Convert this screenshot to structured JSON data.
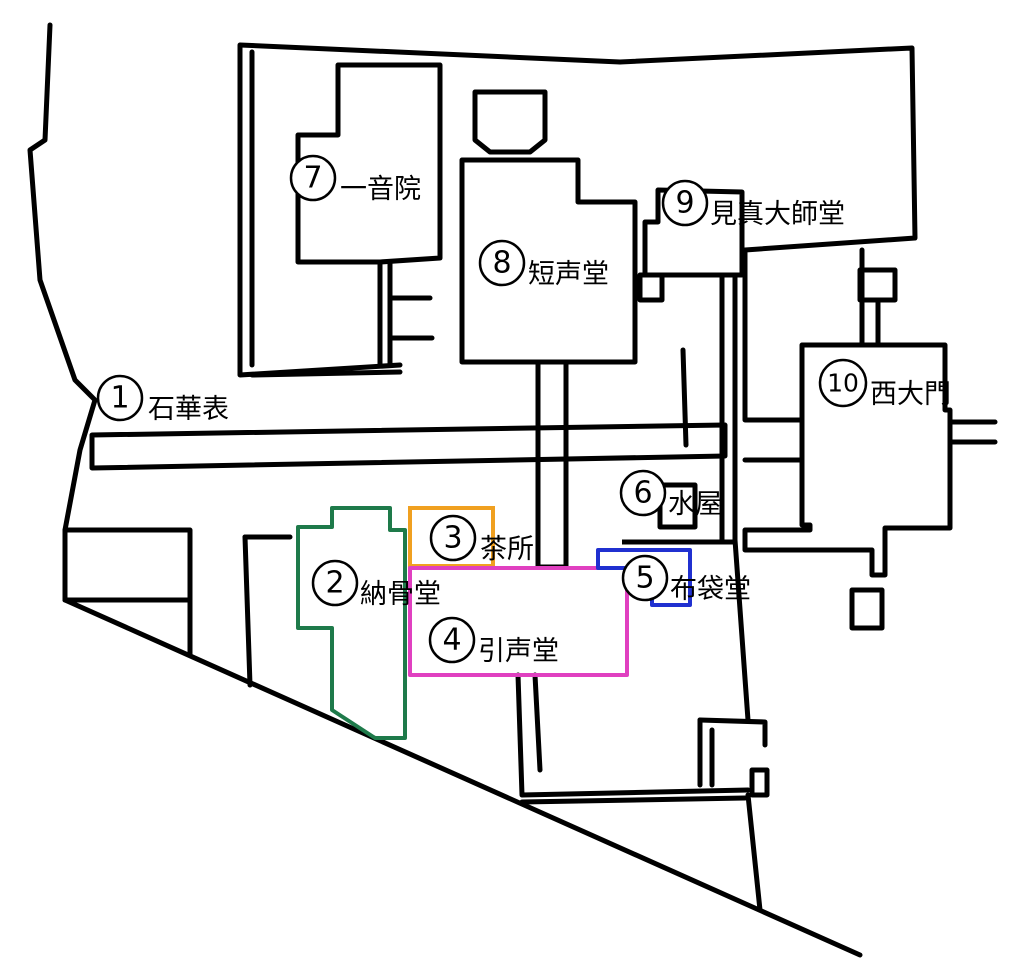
{
  "colors": {
    "line": "#000000",
    "noukotsudo": "#1e7a4a",
    "chasho": "#f0a020",
    "inseido": "#e040c0",
    "hoteido": "#2030d0"
  },
  "locations": [
    {
      "num": "1",
      "name": "石華表"
    },
    {
      "num": "2",
      "name": "納骨堂"
    },
    {
      "num": "3",
      "name": "茶所"
    },
    {
      "num": "4",
      "name": "引声堂"
    },
    {
      "num": "5",
      "name": "布袋堂"
    },
    {
      "num": "6",
      "name": "水屋"
    },
    {
      "num": "7",
      "name": "一音院"
    },
    {
      "num": "8",
      "name": "短声堂"
    },
    {
      "num": "9",
      "name": "見真大師堂"
    },
    {
      "num": "10",
      "name": "西大門"
    }
  ]
}
